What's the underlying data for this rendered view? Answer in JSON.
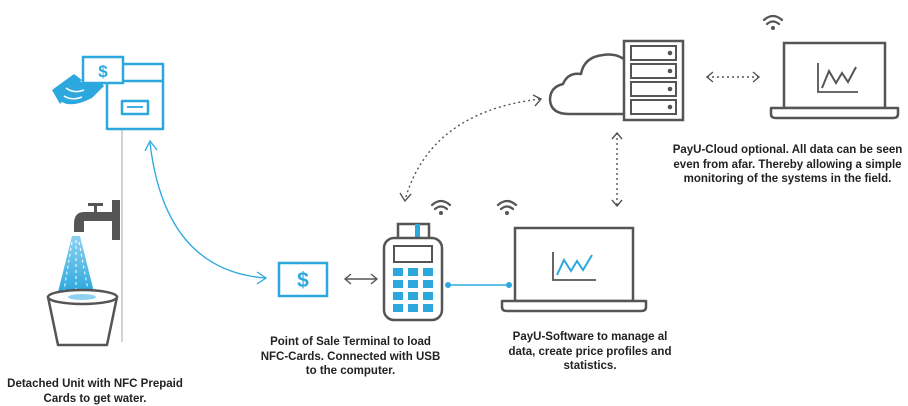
{
  "colors": {
    "blue": "#2da8de",
    "blue_light": "#8fd2f0",
    "gray": "#555555",
    "gray_light": "#b8b8b8",
    "white": "#ffffff"
  },
  "captions": {
    "detached_unit": "Detached Unit  with NFC Prepaid Cards to get water.",
    "pos_terminal": "Point of Sale Terminal to load NFC-Cards. Connected with USB to the computer.",
    "software": "PayU-Software to manage al data, create price profiles and statistics.",
    "cloud": "PayU-Cloud optional. All data can be seen even from afar. Thereby allowing a simple monitoring of the systems in the field."
  },
  "symbols": {
    "dollar": "$"
  },
  "icons": [
    "hand-card-icon",
    "card-reader-unit-icon",
    "water-tap-icon",
    "bucket-icon",
    "nfc-card-icon",
    "pos-terminal-icon",
    "laptop-icon",
    "cloud-icon",
    "server-icon",
    "wifi-icon"
  ]
}
